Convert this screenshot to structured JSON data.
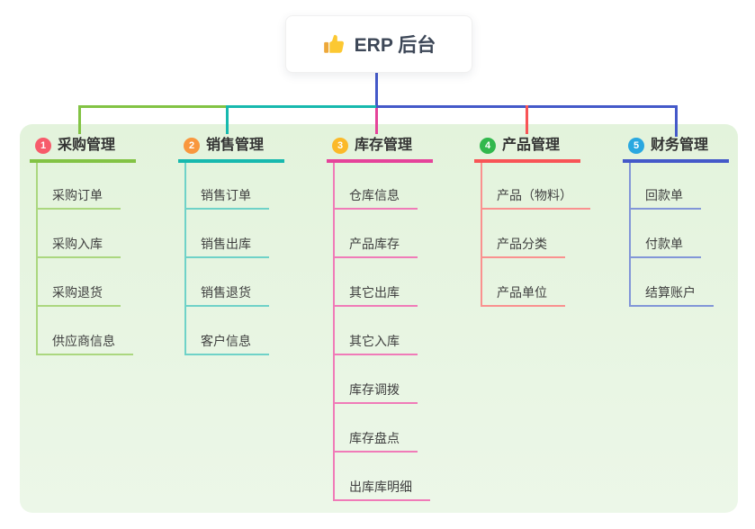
{
  "root": {
    "title": "ERP 后台",
    "icon": "thumbs-up-icon"
  },
  "connector_color": "#4459c9",
  "panel_color": "#e6f4e0",
  "branches": [
    {
      "index": "1",
      "title": "采购管理",
      "badge_color": "#f75b6b",
      "line_color": "#82c344",
      "child_line_color": "#abd77f",
      "children": [
        "采购订单",
        "采购入库",
        "采购退货",
        "供应商信息"
      ]
    },
    {
      "index": "2",
      "title": "销售管理",
      "badge_color": "#f9973e",
      "line_color": "#17b9ae",
      "child_line_color": "#6fd2c8",
      "children": [
        "销售订单",
        "销售出库",
        "销售退货",
        "客户信息"
      ]
    },
    {
      "index": "3",
      "title": "库存管理",
      "badge_color": "#fbb929",
      "line_color": "#e5439a",
      "child_line_color": "#f07bb8",
      "children": [
        "仓库信息",
        "产品库存",
        "其它出库",
        "其它入库",
        "库存调拨",
        "库存盘点",
        "出库库明细"
      ]
    },
    {
      "index": "4",
      "title": "产品管理",
      "badge_color": "#32b84d",
      "line_color": "#f85456",
      "child_line_color": "#fa918f",
      "children": [
        "产品（物料）",
        "产品分类",
        "产品单位"
      ]
    },
    {
      "index": "5",
      "title": "财务管理",
      "badge_color": "#2aa8e0",
      "line_color": "#4459c9",
      "child_line_color": "#8296d8",
      "children": [
        "回款单",
        "付款单",
        "结算账户"
      ]
    }
  ]
}
